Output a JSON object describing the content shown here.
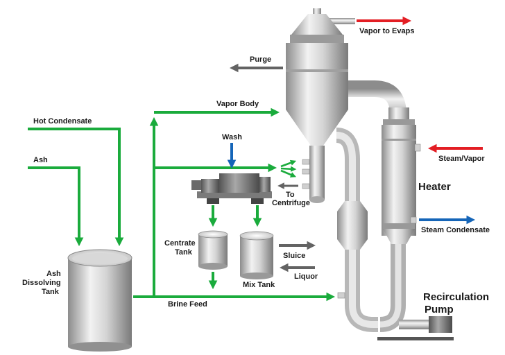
{
  "colors": {
    "green": "#1aab3c",
    "red": "#e31e24",
    "blue": "#1565b8",
    "gray_arrow": "#636363",
    "equipment_light": "#e6e6e6",
    "equipment_dark": "#8a8a8a"
  },
  "labels": {
    "vapor_to_evaps": "Vapor to Evaps",
    "purge": "Purge",
    "vapor_body": "Vapor Body",
    "hot_condensate": "Hot Condensate",
    "ash": "Ash",
    "wash": "Wash",
    "steam_vapor": "Steam/Vapor",
    "heater": "Heater",
    "to": "To",
    "centrifuge": "Centrifuge",
    "steam_condensate": "Steam Condensate",
    "centrate": "Centrate",
    "tank": "Tank",
    "sluice": "Sluice",
    "liquor": "Liquor",
    "mix_tank": "Mix Tank",
    "ash_line": "Ash",
    "dissolving": "Dissolving",
    "brine_feed": "Brine Feed",
    "recirculation": "Recirculation",
    "pump": "Pump"
  }
}
